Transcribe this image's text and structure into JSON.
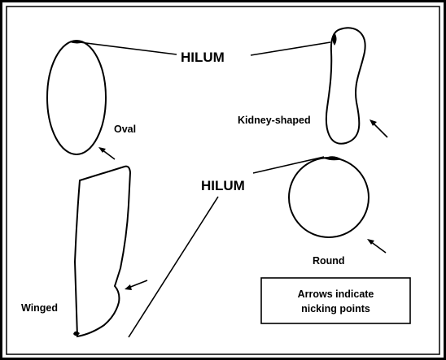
{
  "labels": {
    "hilum_top": "HILUM",
    "hilum_middle": "HILUM",
    "oval": "Oval",
    "kidney": "Kidney-shaped",
    "winged": "Winged",
    "round": "Round"
  },
  "note": {
    "line1": "Arrows indicate",
    "line2": "nicking points"
  },
  "colors": {
    "ink": "#000000",
    "background": "#ffffff"
  }
}
